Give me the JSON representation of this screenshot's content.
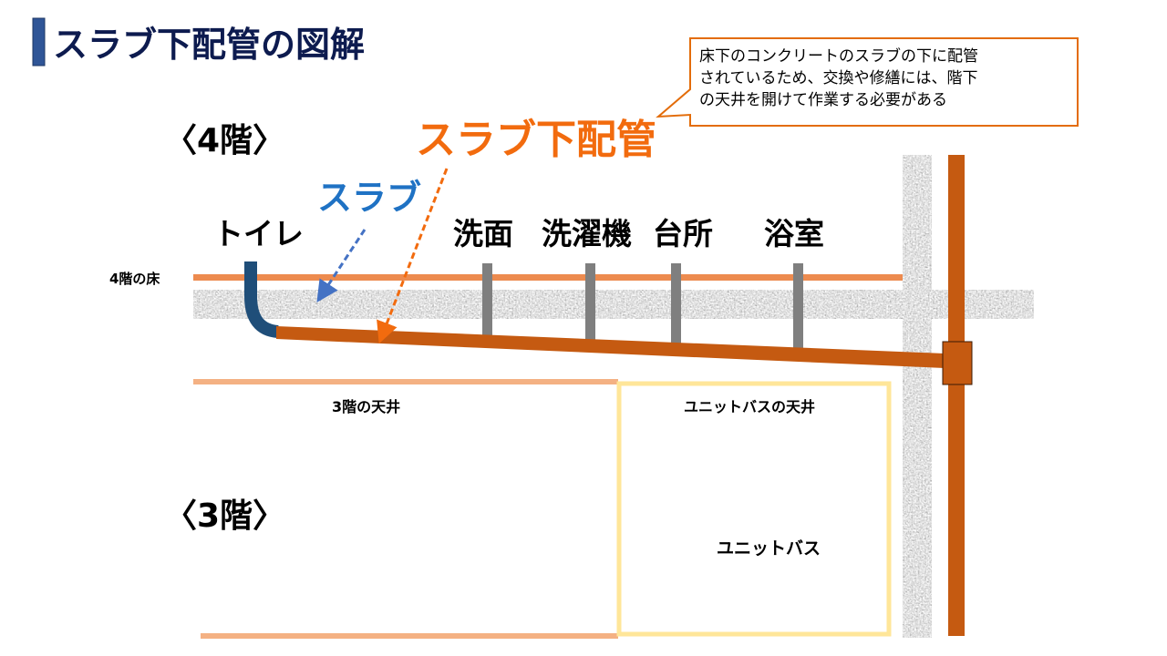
{
  "title": "スラブ下配管の図解",
  "callout": {
    "lines": [
      "床下のコンクリートのスラブの下に配管",
      "されているため、交換や修繕には、階下",
      "の天井を開けて作業する必要がある"
    ]
  },
  "floor4": {
    "label": "〈4階〉",
    "floor_label": "4階の床",
    "rooms": [
      "トイレ",
      "洗面",
      "洗濯機",
      "台所",
      "浴室"
    ]
  },
  "annotations": {
    "slab_pipe": "スラブ下配管",
    "slab": "スラブ"
  },
  "floor3": {
    "label": "〈3階〉",
    "ceiling_label": "3階の天井",
    "unitbath_ceiling_label": "ユニットバスの天井",
    "unitbath_label": "ユニットバス"
  },
  "colors": {
    "title": "#0d1b4f",
    "title_bar": "#2f5597",
    "pipe_orange": "#c55a11",
    "slab_pipe_text": "#f26b0e",
    "slab_text": "#1f72c4",
    "toilet_pipe": "#1f4e79"
  }
}
